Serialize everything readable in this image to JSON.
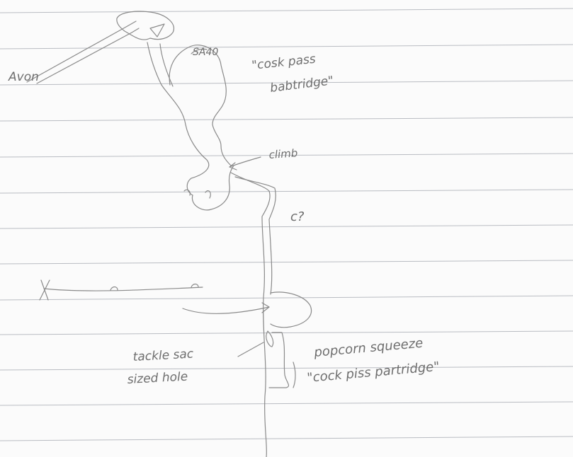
{
  "labels": {
    "avon": "Avon",
    "sa40": "SA40",
    "cosk_pass": "\"cosk pass",
    "babtridge": "babtridge\"",
    "climb": "climb",
    "c_question": "c?",
    "tackle_sac": "tackle sac",
    "sized_hole": "sized hole",
    "popcorn_squeeze": "popcorn squeeze",
    "cock_piss_partridge": "\"cock piss partridge\""
  },
  "colors": {
    "paper": "#fbfbfb",
    "rule_line": "#b9bcc2",
    "pencil": "#8a8a8a"
  }
}
